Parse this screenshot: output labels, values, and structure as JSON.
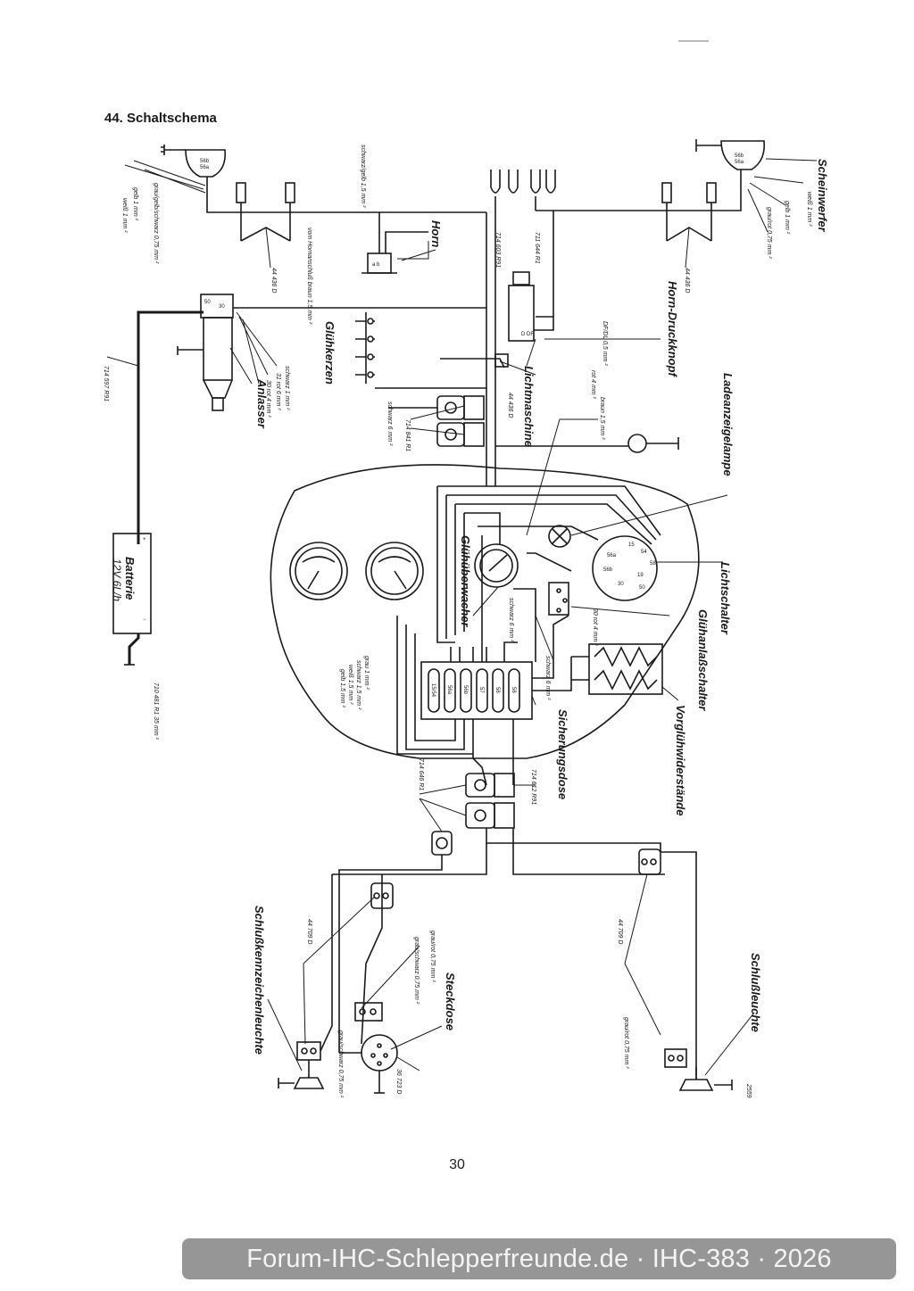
{
  "document": {
    "title": "44. Schaltschema",
    "page_number": "30",
    "watermark": "Forum-IHC-Schlepperfreunde.de · IHC-383 · 2026"
  },
  "components": {
    "horn": "Horn",
    "gluehkerzen": "Glühkerzen",
    "anlasser": "Anlasser",
    "batterie": "Batterie",
    "batterie_spec": "12V  6L/h",
    "lichtmaschine": "Lichtmaschine",
    "horn_druckknopf": "Horn-Druckknopf",
    "ladeanzeigelampe": "Ladeanzeigelampe",
    "scheinwerfer": "Scheinwerfer",
    "lichtschalter": "Lichtschalter",
    "gluehanlassschalter": "Glühanlaßschalter",
    "gluehueberwacher": "Glühüberwacher",
    "sicherungsdose": "Sicherungsdose",
    "vorgluehwiderstaende": "Vorglühwiderstände",
    "schlusskennzeichenleuchte": "Schlußkennzeichenleuchte",
    "steckdose": "Steckdose",
    "schlussleuchte": "Schlußleuchte"
  },
  "wire_labels": {
    "w1": "schwarz/gelb 1,5 mm ²",
    "w2": "vom Hornanschluß braun 1,5 mm ²",
    "w3": "grau/gelb/schwarz 0,75 mm ²",
    "w4": "gelb 1 mm ²",
    "w5": "weiß 1 mm ²",
    "w6": "weiß 1 mm ²",
    "w7": "gelb 1 mm ²",
    "w8": "grau/rot 0,75 mm ²",
    "w9": "schwarz 1 mm ²",
    "w10": "31 rot 6 mm ²",
    "w11": "30 rot 4 mm ²",
    "w12": "schwarz 6 mm ²",
    "w13": "DF/DL 0,5 mm ²",
    "w14": "rot 4 mm ²",
    "w15": "braun 1,5 mm ²",
    "w16": "schwarz 6 mm ²",
    "w17": "30 rot 4 mm ²",
    "w18": "schwarz 6 mm ²",
    "w19": "grau 1 mm ²",
    "w20": "schwarz 1,5 mm ²",
    "w21": "weiß 1,5 mm ²",
    "w22": "gelb 1,5 mm ²",
    "w23": "grau/rot 0,75 mm ²",
    "w24": "grau/schwarz 0,75 mm ²",
    "w25": "grau/schwarz 0,75 mm ²",
    "w26": "grau/rot 0,75 mm ²"
  },
  "part_numbers": {
    "p1": "44 436 D",
    "p2": "44 436 D",
    "p3": "714 603 R91",
    "p4": "711 644 R1",
    "p5": "44 436 D",
    "p6": "714 841 R1",
    "p7": "714 597 R91",
    "p8": "710 481 R1 35 mm ²",
    "p9": "714 646 R1",
    "p10": "714 612 R91",
    "p11": "44 709 D",
    "p12": "44 709 D",
    "p13": "36 723 D",
    "p14": "2559"
  },
  "fuse_labels": [
    "15/54",
    "56a",
    "56b",
    "57",
    "58",
    "58"
  ],
  "switch_pins": [
    "58",
    "56a",
    "56b",
    "30",
    "15",
    "54",
    "19",
    "50"
  ],
  "gauges": [
    "gauge-left",
    "gauge-right"
  ]
}
